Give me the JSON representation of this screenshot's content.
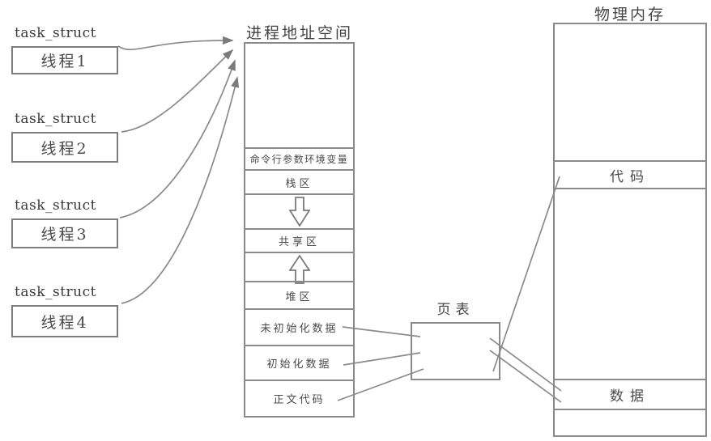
{
  "colors": {
    "line": "#8a8a8a",
    "arrow": "#7a7a7a",
    "text": "#3f3f3f",
    "background": "#ffffff"
  },
  "threads": [
    {
      "struct_label": "task_struct",
      "name": "线程1"
    },
    {
      "struct_label": "task_struct",
      "name": "线程2"
    },
    {
      "struct_label": "task_struct",
      "name": "线程3"
    },
    {
      "struct_label": "task_struct",
      "name": "线程4"
    }
  ],
  "address_space": {
    "title": "进程地址空间",
    "sections": [
      {
        "id": "free-top",
        "label": ""
      },
      {
        "id": "cmdline-env",
        "label": "命令行参数环境变量"
      },
      {
        "id": "stack",
        "label": "栈区"
      },
      {
        "id": "stack-grow",
        "label": "",
        "icon": "hollow-down-arrow"
      },
      {
        "id": "shared",
        "label": "共享区"
      },
      {
        "id": "heap-grow",
        "label": "",
        "icon": "hollow-up-arrow"
      },
      {
        "id": "heap",
        "label": "堆区"
      },
      {
        "id": "uninitialized-data",
        "label": "未初始化数据"
      },
      {
        "id": "initialized-data",
        "label": "初始化数据"
      },
      {
        "id": "text-code",
        "label": "正文代码"
      }
    ]
  },
  "page_table": {
    "title": "页表"
  },
  "physical_memory": {
    "title": "物理内存",
    "sections": [
      {
        "id": "free-top",
        "label": ""
      },
      {
        "id": "code",
        "label": "代码"
      },
      {
        "id": "free-middle",
        "label": ""
      },
      {
        "id": "data",
        "label": "数据"
      },
      {
        "id": "free-bottom",
        "label": ""
      }
    ]
  }
}
